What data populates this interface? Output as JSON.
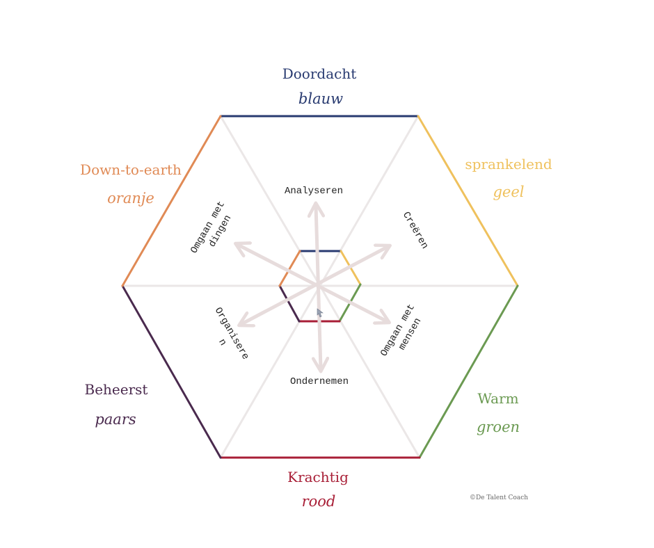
{
  "colors": {
    "blauw": "#283a70",
    "geel": "#efc15d",
    "groen": "#6b9a52",
    "rood": "#a81e36",
    "paars": "#4a2a4e",
    "oranje": "#e08a55",
    "spoke": "#ebe7e7",
    "arrow": "#e7dcdc"
  },
  "categories": {
    "doordacht": {
      "title": "Doordacht",
      "color_word": "blauw"
    },
    "sprankelend": {
      "title": "sprankelend",
      "color_word": "geel"
    },
    "warm": {
      "title": "Warm",
      "color_word": "groen"
    },
    "krachtig": {
      "title": "Krachtig",
      "color_word": "rood"
    },
    "beheerst": {
      "title": "Beheerst",
      "color_word": "paars"
    },
    "down_to_earth": {
      "title": "Down-to-earth",
      "color_word": "oranje"
    }
  },
  "activities": {
    "analyseren": "Analyseren",
    "creeren": "Creëren",
    "omgaan_mensen_1": "Omgaan met",
    "omgaan_mensen_2": "mensen",
    "ondernemen": "Ondernemen",
    "organiseren_1": "Organisere",
    "organiseren_2": "n",
    "omgaan_dingen_1": "Omgaan met",
    "omgaan_dingen_2": "dingen"
  },
  "credit": "©De Talent Coach"
}
